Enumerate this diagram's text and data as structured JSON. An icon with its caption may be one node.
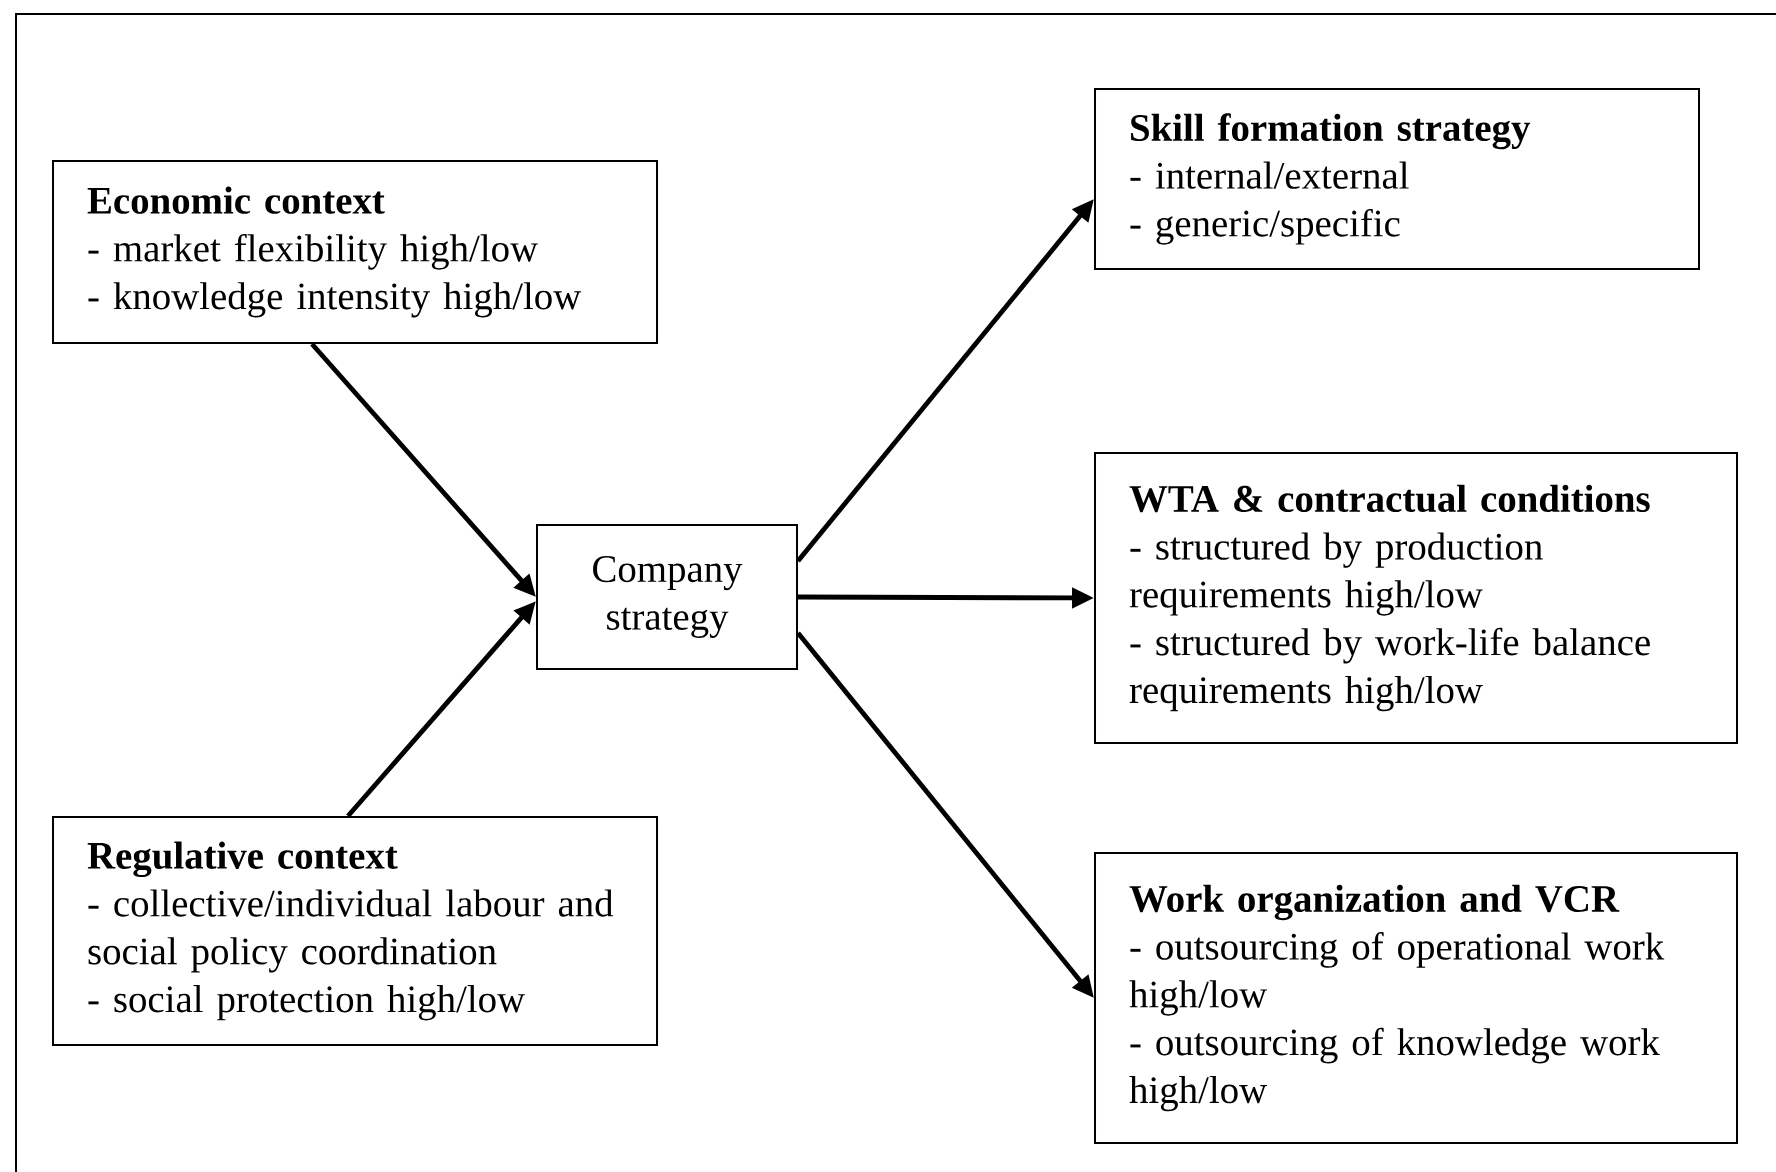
{
  "diagram": {
    "nodes": [
      {
        "text": [
          "Economic context",
          "- market flexibility high/low",
          "- knowledge intensity high/low"
        ]
      },
      {
        "text": [
          "Regulative context",
          "- collective/individual labour and social policy coordination",
          "- social protection high/low"
        ]
      },
      {
        "text": [
          "Company strategy"
        ]
      },
      {
        "text": [
          "Skill formation strategy",
          "- internal/external",
          "- generic/specific"
        ]
      },
      {
        "text": [
          "WTA & contractual conditions",
          "- structured by production requirements high/low",
          "- structured by work-life balance requirements high/low"
        ]
      },
      {
        "text": [
          "Work organization and VCR",
          "- outsourcing of operational work high/low",
          "- outsourcing of knowledge work high/low"
        ]
      }
    ],
    "edges": [
      {
        "from": 0,
        "to": 2,
        "arrow": "to"
      },
      {
        "from": 1,
        "to": 2,
        "arrow": "to"
      },
      {
        "from": 2,
        "to": 3,
        "arrow": "to"
      },
      {
        "from": 2,
        "to": 4,
        "arrow": "to"
      },
      {
        "from": 2,
        "to": 5,
        "arrow": "to"
      }
    ]
  }
}
